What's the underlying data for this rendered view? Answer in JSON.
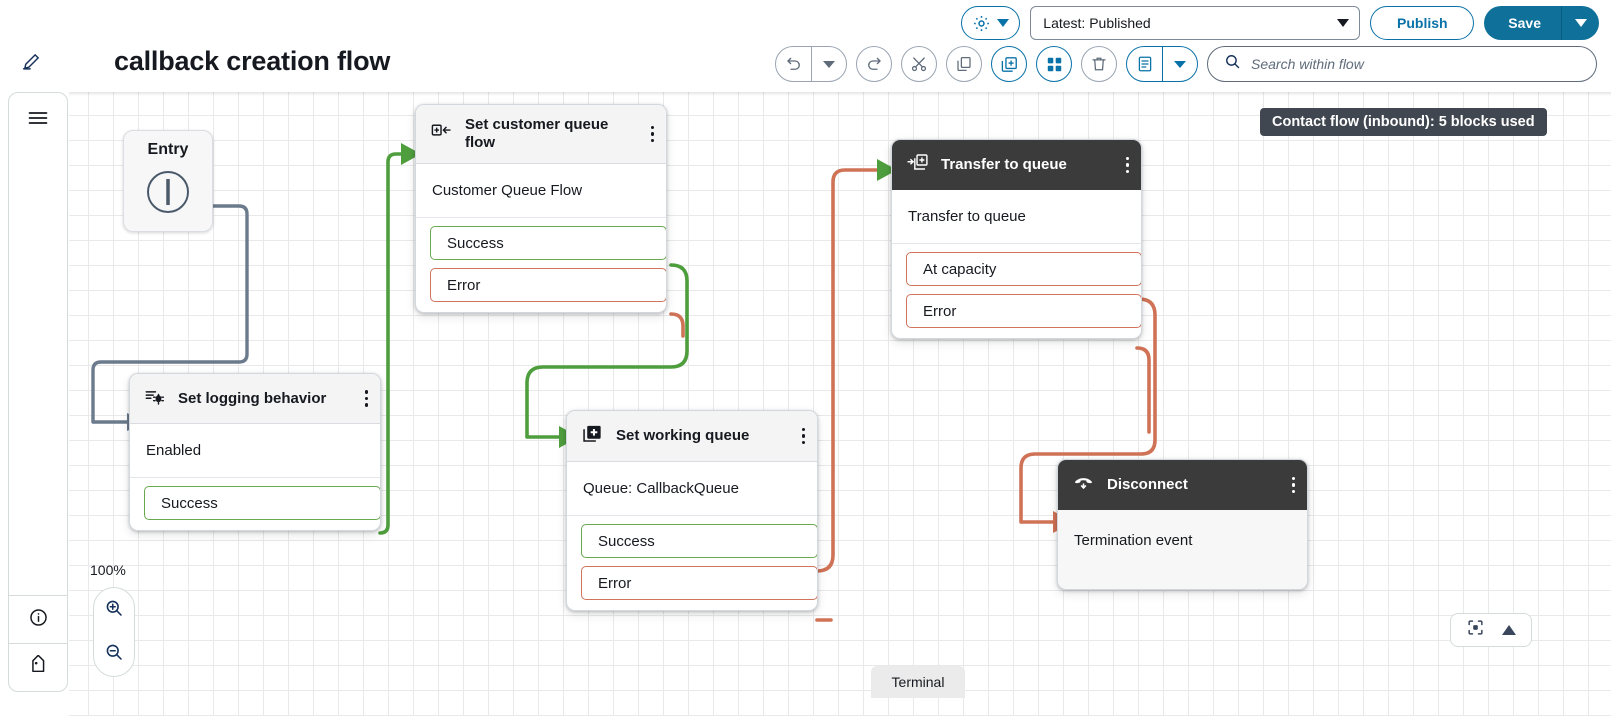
{
  "header": {
    "edit_icon": "pencil-edit-icon",
    "flow_title": "callback creation flow",
    "settings_icon": "gear-icon",
    "version_value": "Latest: Published",
    "publish_label": "Publish",
    "save_label": "Save"
  },
  "toolbar": {
    "undo_icon": "undo-icon",
    "undo_caret": "chevron-down-icon",
    "redo_icon": "redo-icon",
    "cut_icon": "scissors-icon",
    "copy_icon": "copy-icon",
    "paste_icon": "paste-add-icon",
    "apps_icon": "grid-apps-icon",
    "delete_icon": "trash-icon",
    "notes_icon": "document-notes-icon",
    "notes_caret": "chevron-down-icon",
    "search_icon": "search-icon",
    "search_placeholder": "Search within flow",
    "search_value": ""
  },
  "left_rail": {
    "menu_icon": "hamburger-menu-icon",
    "info_icon": "info-circle-icon",
    "tag_icon": "tag-icon"
  },
  "canvas": {
    "blocks_badge": "Contact flow (inbound): 5 blocks used",
    "zoom_level": "100%",
    "zoom_in_icon": "zoom-in-icon",
    "zoom_out_icon": "zoom-out-icon",
    "fit_icon": "fit-to-screen-icon",
    "expand_icon": "triangle-up-icon",
    "terminal_tab": "Terminal"
  },
  "colors": {
    "accent_blue": "#0f7199",
    "link_blue": "#0972a8",
    "success_green": "#4f9e3e",
    "error_orange": "#cf7256",
    "node_dark": "#3b3b3b",
    "node_light": "#f4f4f4",
    "badge_slate": "#414750",
    "wire_gray": "#6b7a8c",
    "grid_line": "#e9e9ea"
  },
  "nodes": [
    {
      "id": "entry",
      "name": "Entry",
      "icon": "entry-circle-icon"
    },
    {
      "id": "set-logging-behavior",
      "title": "Set logging behavior",
      "icon": "logging-bug-icon",
      "header_style": "light",
      "body": "Enabled",
      "ports": [
        {
          "label": "Success",
          "type": "success"
        }
      ],
      "kebab": "more-options-icon"
    },
    {
      "id": "set-customer-queue-flow",
      "title": "Set customer queue flow",
      "icon": "set-customer-queue-flow-icon",
      "header_style": "light",
      "body": "Customer Queue Flow",
      "ports": [
        {
          "label": "Success",
          "type": "success"
        },
        {
          "label": "Error",
          "type": "error"
        }
      ],
      "kebab": "more-options-icon"
    },
    {
      "id": "set-working-queue",
      "title": "Set working queue",
      "icon": "set-working-queue-icon",
      "header_style": "light",
      "body": "Queue: CallbackQueue",
      "ports": [
        {
          "label": "Success",
          "type": "success"
        },
        {
          "label": "Error",
          "type": "error"
        }
      ],
      "kebab": "more-options-icon"
    },
    {
      "id": "transfer-to-queue",
      "title": "Transfer to queue",
      "icon": "transfer-to-queue-icon",
      "header_style": "dark",
      "body": "Transfer to queue",
      "ports": [
        {
          "label": "At capacity",
          "type": "error"
        },
        {
          "label": "Error",
          "type": "error"
        }
      ],
      "kebab": "more-options-icon"
    },
    {
      "id": "disconnect",
      "title": "Disconnect",
      "icon": "phone-hangup-icon",
      "header_style": "dark",
      "body": "Termination event",
      "ports": [],
      "kebab": "more-options-icon"
    }
  ]
}
